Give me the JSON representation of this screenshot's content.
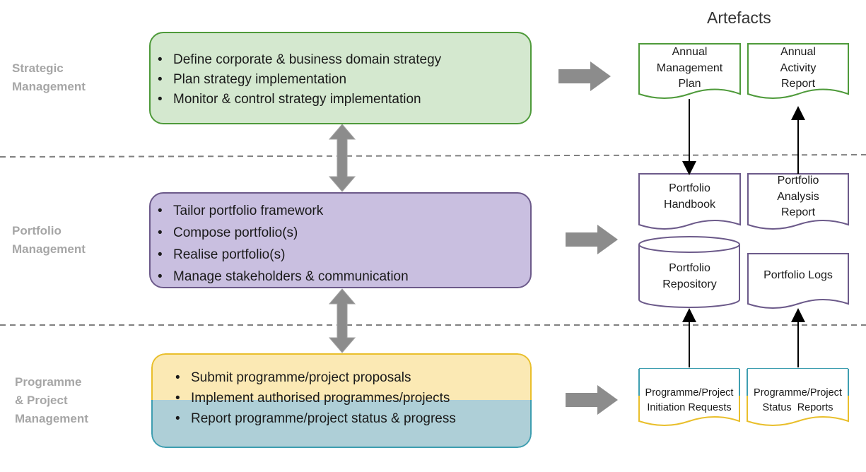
{
  "title": "Artefacts",
  "layers": [
    {
      "label_lines": [
        "Strategic",
        "Management"
      ],
      "bullets": [
        "Define corporate & business domain strategy",
        "Plan strategy implementation",
        "Monitor & control strategy implementation"
      ],
      "colors": {
        "fill": "#d4e8cf",
        "border": "#4e9a3a"
      }
    },
    {
      "label_lines": [
        "Portfolio",
        "Management"
      ],
      "bullets": [
        "Tailor portfolio framework",
        "Compose portfolio(s)",
        "Realise portfolio(s)",
        "Manage stakeholders & communication"
      ],
      "colors": {
        "fill": "#c9bfe0",
        "border": "#6c5a8a"
      }
    },
    {
      "label_lines": [
        "Programme",
        "& Project",
        "Management"
      ],
      "bullets": [
        "Submit programme/project proposals",
        "Implement authorised programmes/projects",
        "Report programme/project status & progress"
      ],
      "colors": {
        "fill_top": "#fbe9b4",
        "fill_bottom": "#aecfd7",
        "border_top": "#e9bf2c",
        "border_bottom": "#3e9eb0"
      }
    }
  ],
  "artefacts": {
    "annual_management_plan": [
      "Annual",
      "Management",
      "Plan"
    ],
    "annual_activity_report": [
      "Annual",
      "Activity",
      "Report"
    ],
    "portfolio_handbook": [
      "Portfolio",
      "Handbook"
    ],
    "portfolio_analysis_report": [
      "Portfolio",
      "Analysis",
      "Report"
    ],
    "portfolio_repository": [
      "Portfolio",
      "Repository"
    ],
    "portfolio_logs": [
      "Portfolio Logs"
    ],
    "initiation_requests": [
      "Programme/Project",
      "Initiation Requests"
    ],
    "status_reports": [
      "Programme/Project",
      "Status  Reports"
    ]
  },
  "colors": {
    "arrow_gray": "#8c8c8c",
    "divider": "#808080",
    "label_gray": "#a6a6a6",
    "doc_green": "#4e9a3a",
    "doc_purple": "#6c5a8a",
    "doc_teal": "#3e9eb0",
    "doc_yellow": "#e9bf2c"
  }
}
